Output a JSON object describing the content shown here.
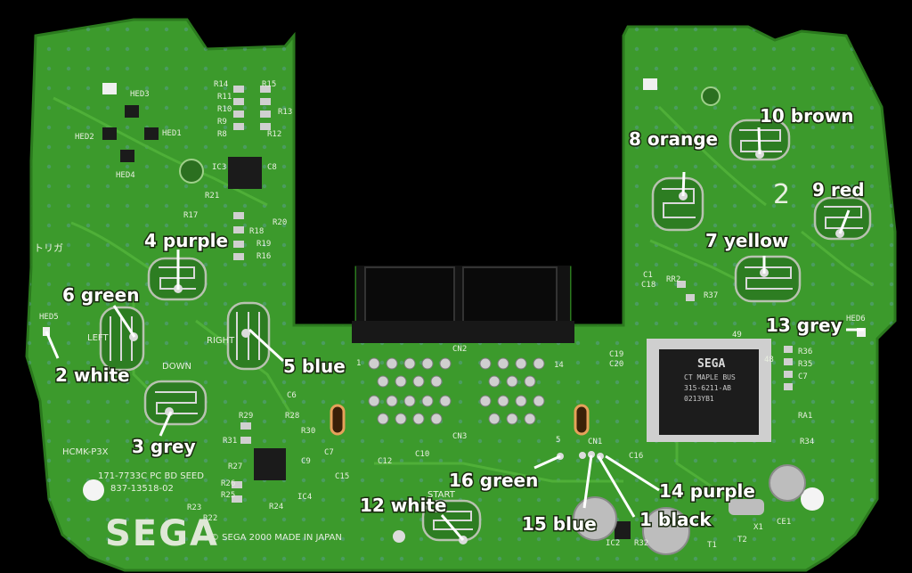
{
  "colors": {
    "pcb": "#3c9a2c",
    "pcb_dark": "#2f8423",
    "trace": "#4fb23a",
    "pad": "#c9c9c9",
    "chip": "#1b1b1b",
    "connector": "#101010"
  },
  "labels": {
    "l10": "10 brown",
    "l8": "8 orange",
    "l9": "9 red",
    "l7": "7 yellow",
    "l4": "4 purple",
    "l6": "6 green",
    "l5": "5 blue",
    "l2": "2 white",
    "l3": "3 grey",
    "l13": "13 grey",
    "l16": "16 green",
    "l14": "14 purple",
    "l12": "12 white",
    "l15": "15 blue",
    "l1": "1 black"
  },
  "silkscreen": {
    "hed3": "HED3",
    "hed2": "HED2",
    "hed1": "HED1",
    "hed4": "HED4",
    "hed5": "HED5",
    "hed6": "HED6",
    "r14": "R14",
    "r11": "R11",
    "r10": "R10",
    "r9": "R9",
    "r8": "R8",
    "r15": "R15",
    "r13": "R13",
    "r12": "R12",
    "ic3": "IC3",
    "c8": "C8",
    "r21": "R21",
    "r17": "R17",
    "r18": "R18",
    "r19": "R19",
    "r16": "R16",
    "r20": "R20",
    "left": "LEFT",
    "right": "RIGHT",
    "down": "DOWN",
    "start": "START",
    "cn2": "CN2",
    "cn3": "CN3",
    "cn1": "CN1",
    "hcmk": "HCMK-P3X",
    "part1": "171-7733C PC BD SEED",
    "part2": "837-13518-02",
    "copyright": "© SEGA 2000 MADE IN JAPAN",
    "logo": "SEGA",
    "chip_maker": "SEGA",
    "chip_line1": "CT MAPLE BUS",
    "chip_line2": "315-6211-AB",
    "chip_line3": "0213YB1",
    "r29": "R29",
    "r28": "R28",
    "r30": "R30",
    "r31": "R31",
    "r27": "R27",
    "r26": "R26",
    "r25": "R25",
    "ic4": "IC4",
    "c9": "C9",
    "c7": "C7",
    "c15": "C15",
    "c12": "C12",
    "c10": "C10",
    "r24": "R24",
    "r22": "R22",
    "r23": "R23",
    "c19": "C19",
    "c20": "C20",
    "c18": "C18",
    "c1": "C1",
    "rr2": "RR2",
    "r37": "R37",
    "r36": "R36",
    "r35": "R35",
    "c7r": "C7",
    "r34": "R34",
    "ra1": "RA1",
    "ce1": "CE1",
    "t2": "T2",
    "x1": "X1",
    "ic2": "IC2",
    "r32": "R32",
    "t1": "T1",
    "c16": "C16",
    "c6": "C6",
    "two": "2",
    "toriga": "トリガ",
    "pin1": "1",
    "pin14": "14",
    "pin48": "48",
    "pin49": "49",
    "pin5": "5"
  }
}
